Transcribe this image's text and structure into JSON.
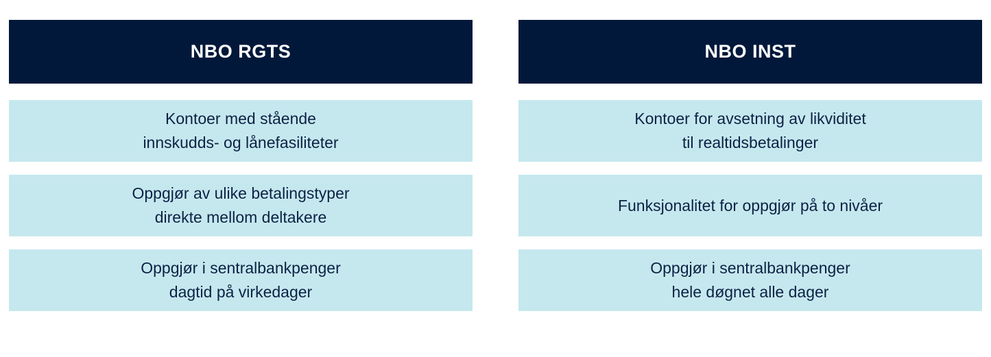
{
  "colors": {
    "header_background": "#02183a",
    "header_text": "#ffffff",
    "box_background": "#c5e8ee",
    "box_text": "#0d2145",
    "page_background": "#ffffff"
  },
  "columns": [
    {
      "title": "NBO RGTS",
      "boxes": [
        {
          "lines": [
            "Kontoer med stående",
            "innskudds- og lånefasiliteter"
          ]
        },
        {
          "lines": [
            "Oppgjør av ulike betalingstyper",
            "direkte mellom deltakere"
          ]
        },
        {
          "lines": [
            "Oppgjør i sentralbankpenger",
            "dagtid på virkedager"
          ]
        }
      ]
    },
    {
      "title": "NBO INST",
      "boxes": [
        {
          "lines": [
            "Kontoer for avsetning av likviditet",
            "til realtidsbetalinger"
          ]
        },
        {
          "lines": [
            "Funksjonalitet for oppgjør på to nivåer"
          ]
        },
        {
          "lines": [
            "Oppgjør i sentralbankpenger",
            "hele døgnet alle dager"
          ]
        }
      ]
    }
  ]
}
